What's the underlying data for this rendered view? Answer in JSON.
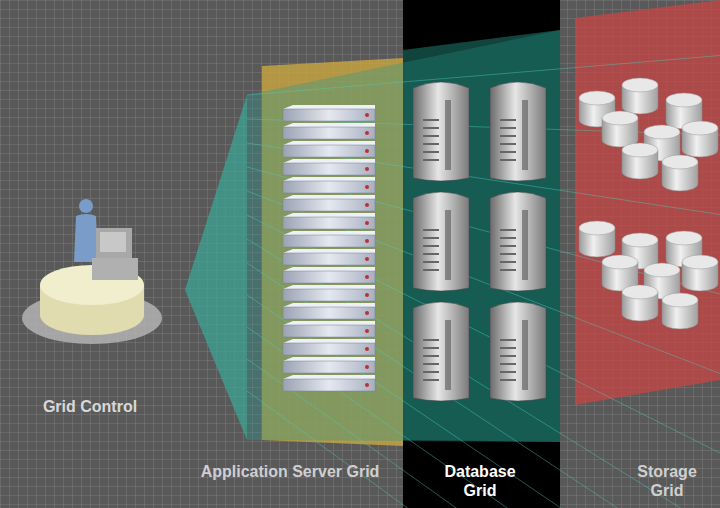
{
  "diagram": {
    "labels": [
      "Grid Control",
      "Application Server Grid",
      "Database Grid",
      "Storage Grid"
    ]
  }
}
